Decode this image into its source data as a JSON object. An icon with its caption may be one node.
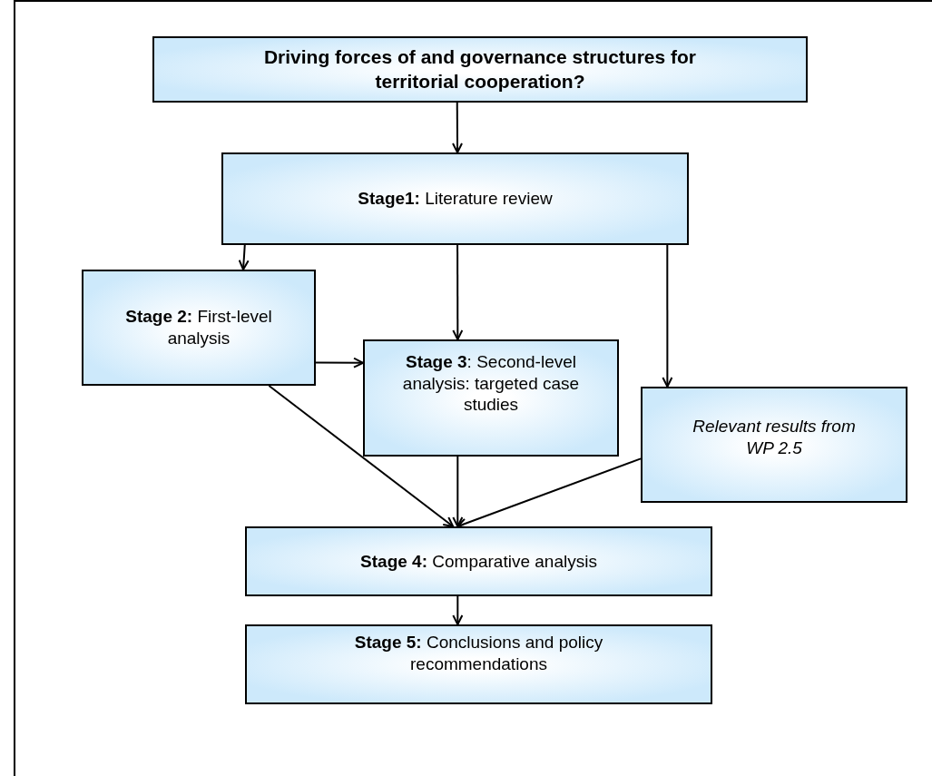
{
  "diagram": {
    "nodes": [
      {
        "text": [
          "Driving forces of and governance structures for territorial cooperation?"
        ]
      },
      {
        "text": [
          "**Stage1:** Literature review"
        ]
      },
      {
        "text": [
          "**Stage 2:** First-level analysis"
        ]
      },
      {
        "text": [
          "**Stage 3**: Second-level analysis: targeted case studies"
        ]
      },
      {
        "text": [
          "Relevant results from WP 2.5"
        ]
      },
      {
        "text": [
          "**Stage 4:** Comparative analysis"
        ]
      },
      {
        "text": [
          "**Stage 5:** Conclusions and policy recommendations"
        ]
      }
    ],
    "edges": [
      {
        "from": 0,
        "to": 1,
        "arrow": "to"
      },
      {
        "from": 1,
        "to": 2,
        "arrow": "to"
      },
      {
        "from": 1,
        "to": 3,
        "arrow": "to"
      },
      {
        "from": 1,
        "to": 4,
        "arrow": "to"
      },
      {
        "from": 2,
        "to": 3,
        "arrow": "to"
      },
      {
        "from": 2,
        "to": 5,
        "arrow": "to"
      },
      {
        "from": 3,
        "to": 5,
        "arrow": "to"
      },
      {
        "from": 4,
        "to": 5,
        "arrow": "to"
      },
      {
        "from": 5,
        "to": 6,
        "arrow": "to"
      }
    ]
  }
}
